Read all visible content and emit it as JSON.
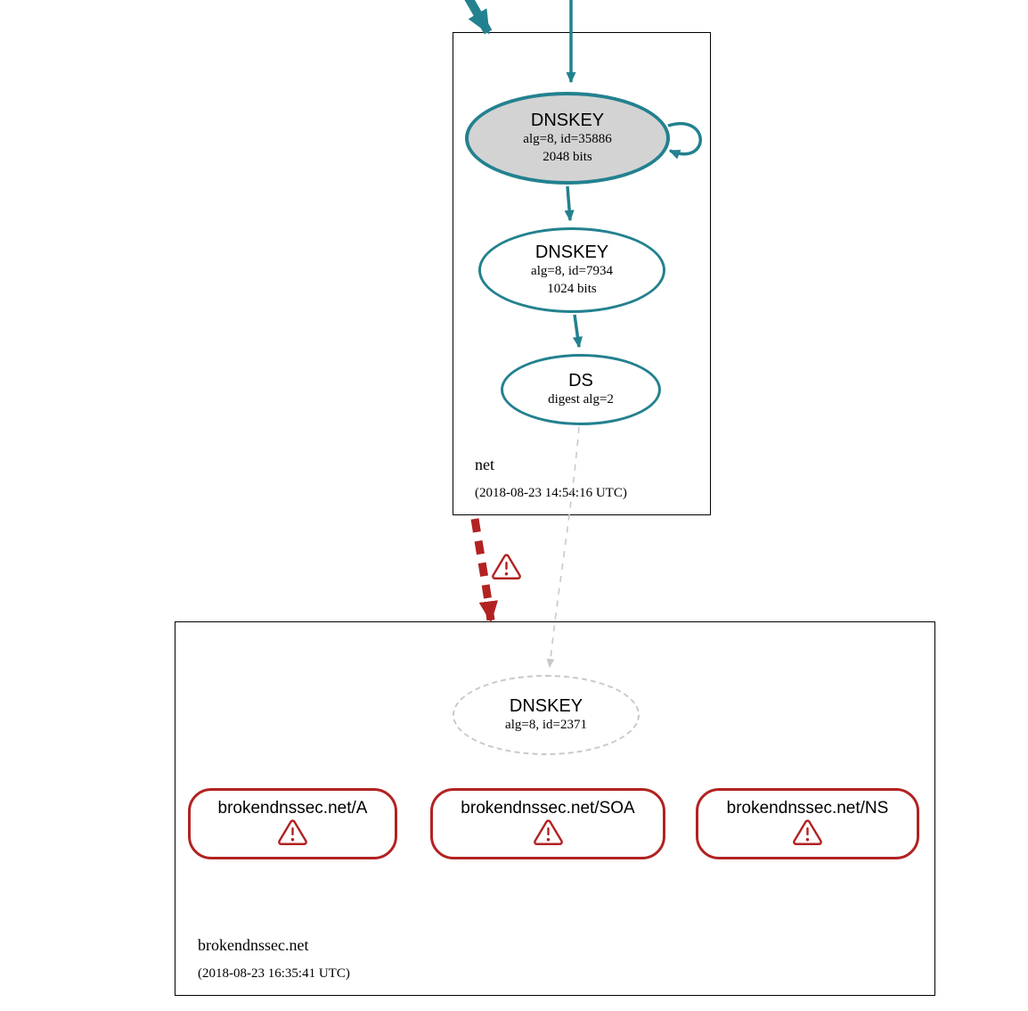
{
  "zones": [
    {
      "name": "net",
      "timestamp": "(2018-08-23 14:54:16 UTC)",
      "nodes": [
        {
          "title": "DNSKEY",
          "detail": "alg=8, id=35886",
          "extra": "2048 bits"
        },
        {
          "title": "DNSKEY",
          "detail": "alg=8, id=7934",
          "extra": "1024 bits"
        },
        {
          "title": "DS",
          "detail": "digest alg=2"
        }
      ]
    },
    {
      "name": "brokendnssec.net",
      "timestamp": "(2018-08-23 16:35:41 UTC)",
      "nodes": [
        {
          "title": "DNSKEY",
          "detail": "alg=8, id=2371"
        }
      ],
      "rrsets": [
        {
          "label": "brokendnssec.net/A"
        },
        {
          "label": "brokendnssec.net/SOA"
        },
        {
          "label": "brokendnssec.net/NS"
        }
      ]
    }
  ],
  "colors": {
    "secure_teal": "#23818f",
    "error_red": "#b22222",
    "ksk_fill": "#d3d3d3",
    "insecure_gray": "#c9c9c9"
  },
  "icons": {
    "warning": "⚠"
  }
}
